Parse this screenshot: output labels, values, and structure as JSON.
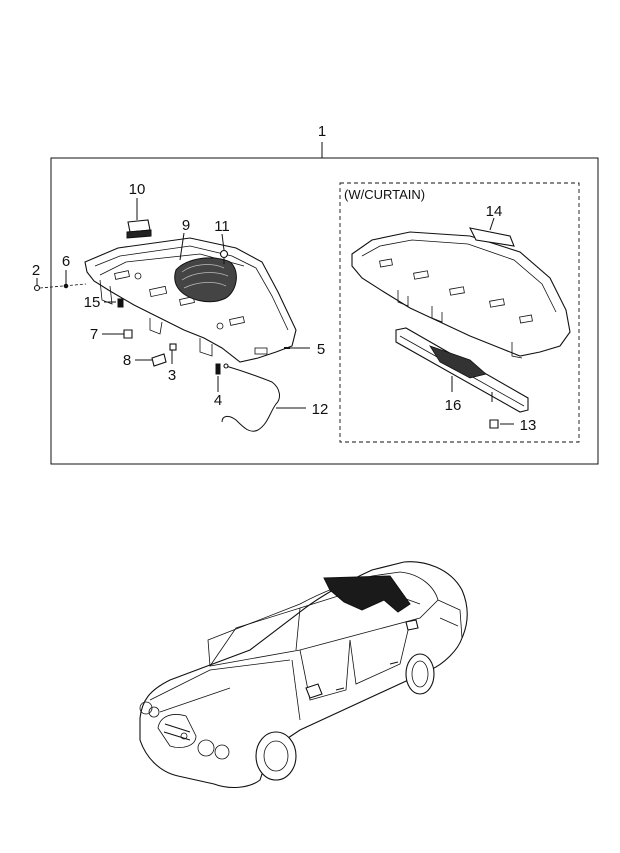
{
  "diagram": {
    "assembly_number": "1",
    "variant_label": "(W/CURTAIN)",
    "callouts": [
      {
        "id": "c2",
        "label": "2"
      },
      {
        "id": "c6",
        "label": "6"
      },
      {
        "id": "c15",
        "label": "15"
      },
      {
        "id": "c7",
        "label": "7"
      },
      {
        "id": "c8",
        "label": "8"
      },
      {
        "id": "c3",
        "label": "3"
      },
      {
        "id": "c10",
        "label": "10"
      },
      {
        "id": "c9",
        "label": "9"
      },
      {
        "id": "c11",
        "label": "11"
      },
      {
        "id": "c5",
        "label": "5"
      },
      {
        "id": "c4",
        "label": "4"
      },
      {
        "id": "c12",
        "label": "12"
      },
      {
        "id": "c14",
        "label": "14"
      },
      {
        "id": "c16",
        "label": "16"
      },
      {
        "id": "c13",
        "label": "13"
      }
    ]
  }
}
